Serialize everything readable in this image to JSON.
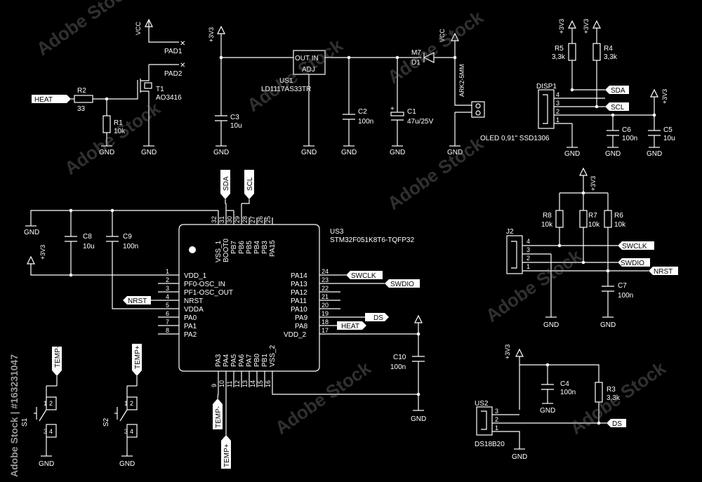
{
  "supplies": {
    "vcc": "VCC",
    "v33": "+3V3",
    "gnd": "GND"
  },
  "heater": {
    "heat_label": "HEAT",
    "r2_ref": "R2",
    "r2_val": "33",
    "r1_ref": "R1",
    "r1_val": "10k",
    "t1_ref": "T1",
    "t1_val": "AO3416",
    "pad1": "PAD1",
    "pad2": "PAD2"
  },
  "regulator": {
    "us1_ref": "US1",
    "us1_val": "LD1117AS33TR",
    "out_in": "OUT IN",
    "adj": "ADJ",
    "c3_ref": "C3",
    "c3_val": "10u",
    "c2_ref": "C2",
    "c2_val": "100n",
    "c1_ref": "C1",
    "c1_val": "47u/25V",
    "m7": "M7",
    "d1": "D1",
    "ark": "ARK2-5MM",
    "plus": "+"
  },
  "oled": {
    "disp_ref": "DISP1",
    "disp_val": "OLED 0,91\" SSD1306",
    "r5_ref": "R5",
    "r5_val": "3,3k",
    "r4_ref": "R4",
    "r4_val": "3,3k",
    "c6_ref": "C6",
    "c6_val": "100n",
    "c5_ref": "C5",
    "c5_val": "10u",
    "sda": "SDA",
    "scl": "SCL",
    "pins": [
      "4",
      "3",
      "2",
      "1"
    ]
  },
  "mcu": {
    "ref": "US3",
    "part": "STM32F051K8T6-TQFP32",
    "left_nums": [
      "1",
      "2",
      "3",
      "4",
      "5",
      "6",
      "7",
      "8"
    ],
    "left_names": [
      "VDD_1",
      "PF0-OSC_IN",
      "PF1-OSC_OUT",
      "NRST",
      "VDDA",
      "PA0",
      "PA1",
      "PA2"
    ],
    "right_nums": [
      "24",
      "23",
      "22",
      "21",
      "20",
      "19",
      "18",
      "17"
    ],
    "right_names": [
      "PA14",
      "PA13",
      "PA12",
      "PA11",
      "PA10",
      "PA9",
      "PA8",
      "VDD_2"
    ],
    "top_nums": [
      "32",
      "31",
      "30",
      "29",
      "28",
      "27",
      "26",
      "25"
    ],
    "top_names": [
      "VSS_1",
      "BOOT0",
      "PB7",
      "PB6",
      "PB5",
      "PB4",
      "PB3",
      "PA15"
    ],
    "bottom_nums": [
      "9",
      "10",
      "11",
      "12",
      "13",
      "14",
      "15",
      "16"
    ],
    "bottom_names": [
      "PA3",
      "PA4",
      "PA5",
      "PA6",
      "PA7",
      "PB0",
      "PB1",
      "VSS_2"
    ],
    "c8_ref": "C8",
    "c8_val": "10u",
    "c9_ref": "C9",
    "c9_val": "100n",
    "c10_ref": "C10",
    "c10_val": "100n",
    "nrst": "NRST",
    "swclk": "SWCLK",
    "swdio": "SWDIO",
    "ds": "DS",
    "heat": "HEAT",
    "sda": "SDA",
    "scl": "SCL",
    "temp_minus": "TEMP-",
    "temp_plus": "TEMP+"
  },
  "swd": {
    "j2_ref": "J2",
    "r8_ref": "R8",
    "r8_val": "10k",
    "r7_ref": "R7",
    "r7_val": "10k",
    "r6_ref": "R6",
    "r6_val": "10k",
    "c7_ref": "C7",
    "c7_val": "100n",
    "swclk": "SWCLK",
    "swdio": "SWDIO",
    "nrst": "NRST",
    "pins": [
      "4",
      "3",
      "2",
      "1"
    ]
  },
  "buttons": {
    "s1_ref": "S1",
    "s2_ref": "S2",
    "temp_minus": "TEMP-",
    "temp_plus": "TEMP+",
    "p1": "1",
    "p2": "2",
    "p3": "3",
    "p4": "4"
  },
  "sensor": {
    "us2_ref": "US2",
    "us2_val": "DS18B20",
    "c4_ref": "C4",
    "c4_val": "100n",
    "r3_ref": "R3",
    "r3_val": "3,3k",
    "ds": "DS",
    "pins": [
      "3",
      "2",
      "1"
    ]
  },
  "watermark": {
    "brand": "Adobe Stock",
    "side_text": "Adobe Stock | #163231047"
  }
}
